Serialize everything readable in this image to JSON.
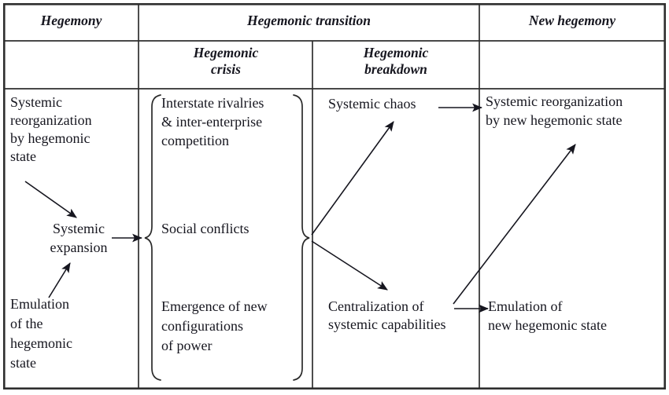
{
  "figure": {
    "header": {
      "hegemony": "Hegemony",
      "transition": "Hegemonic transition",
      "new_hegemony": "New hegemony",
      "crisis": "Hegemonic\ncrisis",
      "breakdown": "Hegemonic\nbreakdown"
    },
    "hegemony_col": {
      "top": "Systemic\nreorganization\nby hegemonic\nstate",
      "mid": "Systemic\nexpansion",
      "bottom": "Emulation\nof the\nhegemonic\nstate"
    },
    "crisis_col": {
      "top": "Interstate rivalries\n& inter-enterprise\ncompetition",
      "mid": "Social conflicts",
      "bottom": "Emergence of new\nconfigurations\nof power"
    },
    "breakdown_col": {
      "top": "Systemic chaos",
      "bottom": "Centralization of\nsystemic capabilities"
    },
    "new_hegemony_col": {
      "top": "Systemic reorganization\nby new hegemonic state",
      "bottom": "Emulation of\nnew hegemonic state"
    }
  },
  "colors": {
    "text": "#16161f",
    "grid_line": "#2e2e2e",
    "brace": "#2a2a2a",
    "background": "#ffffff"
  }
}
